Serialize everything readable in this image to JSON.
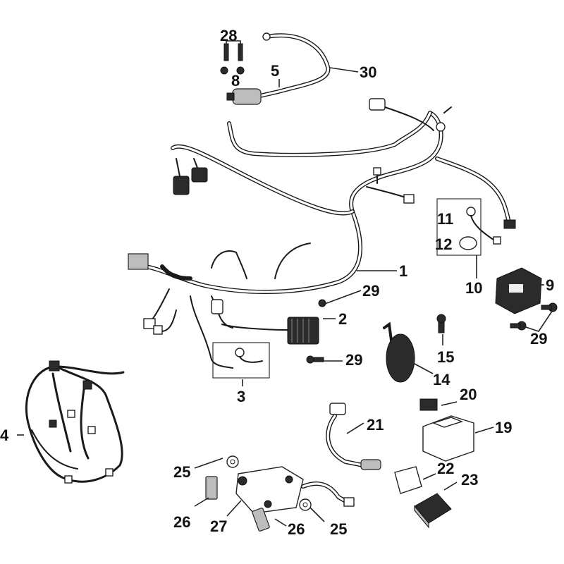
{
  "callouts": {
    "c1": "1",
    "c2": "2",
    "c3": "3",
    "c4": "4",
    "c5": "5",
    "c8": "8",
    "c9": "9",
    "c10": "10",
    "c11": "11",
    "c12": "12",
    "c14": "14",
    "c15": "15",
    "c19": "19",
    "c20": "20",
    "c21": "21",
    "c22": "22",
    "c23": "23",
    "c25a": "25",
    "c25b": "25",
    "c26a": "26",
    "c26b": "26",
    "c27": "27",
    "c28": "28",
    "c29a": "29",
    "c29b": "29",
    "c29c": "29",
    "c30": "30"
  },
  "colors": {
    "ink": "#111111",
    "wire_fill": "#ffffff",
    "part_dark": "#2b2b2b",
    "part_grey": "#bdbdbd"
  }
}
